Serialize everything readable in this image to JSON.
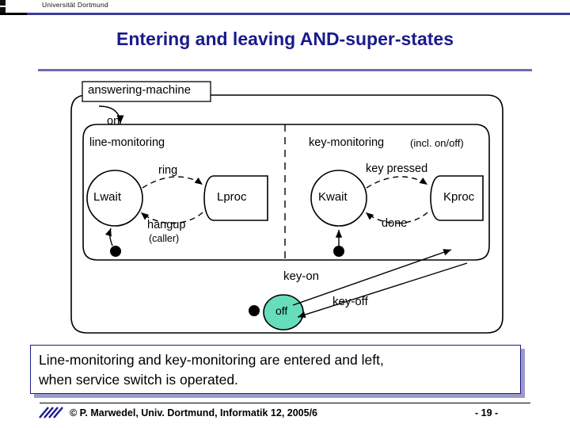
{
  "header": {
    "institution": "Universität Dortmund"
  },
  "title": "Entering and leaving AND-super-states",
  "diagram": {
    "machine_name": "answering-machine",
    "entry_label": "on",
    "left_region": {
      "name": "line-monitoring",
      "states": [
        "Lwait",
        "Lproc"
      ],
      "transition_top": "ring",
      "transition_bottom": "hangup",
      "transition_bottom_sub": "(caller)"
    },
    "right_region": {
      "name": "key-monitoring",
      "name_suffix": "(incl. on/off)",
      "states": [
        "Kwait",
        "Kproc"
      ],
      "transition_top": "key pressed",
      "transition_bottom": "done"
    },
    "off_state": "off",
    "on_transition": "key-on",
    "off_transition": "key-off"
  },
  "caption": {
    "line1": "Line-monitoring and key-monitoring are entered and left,",
    "line2": "when service switch is operated."
  },
  "footer": {
    "credit": "© P. Marwedel, Univ. Dortmund, Informatik 12, 2005/6",
    "page": "-  19  -"
  },
  "colors": {
    "title": "#1a1a8c",
    "rule": "#6d6db5",
    "off_state_fill": "#66ddbb",
    "caption_shadow": "#9a9aca"
  }
}
